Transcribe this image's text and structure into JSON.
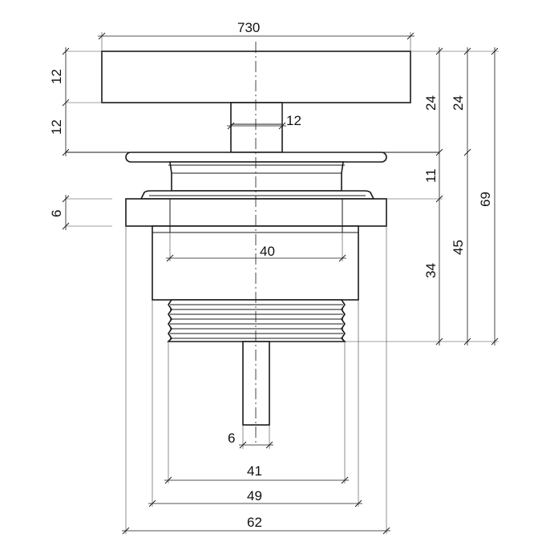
{
  "dimensions": {
    "cap_width": "730",
    "cap_thickness": "12",
    "stem_height": "12",
    "stem_width": "12",
    "cap_total": "24",
    "cap_total_outer": "24",
    "collar": "11",
    "flange_thickness": "6",
    "body_inner": "40",
    "body_height": "34",
    "body_total": "45",
    "overall_height": "69",
    "rod_diameter": "6",
    "thread_diameter": "41",
    "body_diameter": "49",
    "flange_diameter": "62"
  },
  "colors": {
    "line": "#1a1a1a",
    "background": "#ffffff"
  }
}
